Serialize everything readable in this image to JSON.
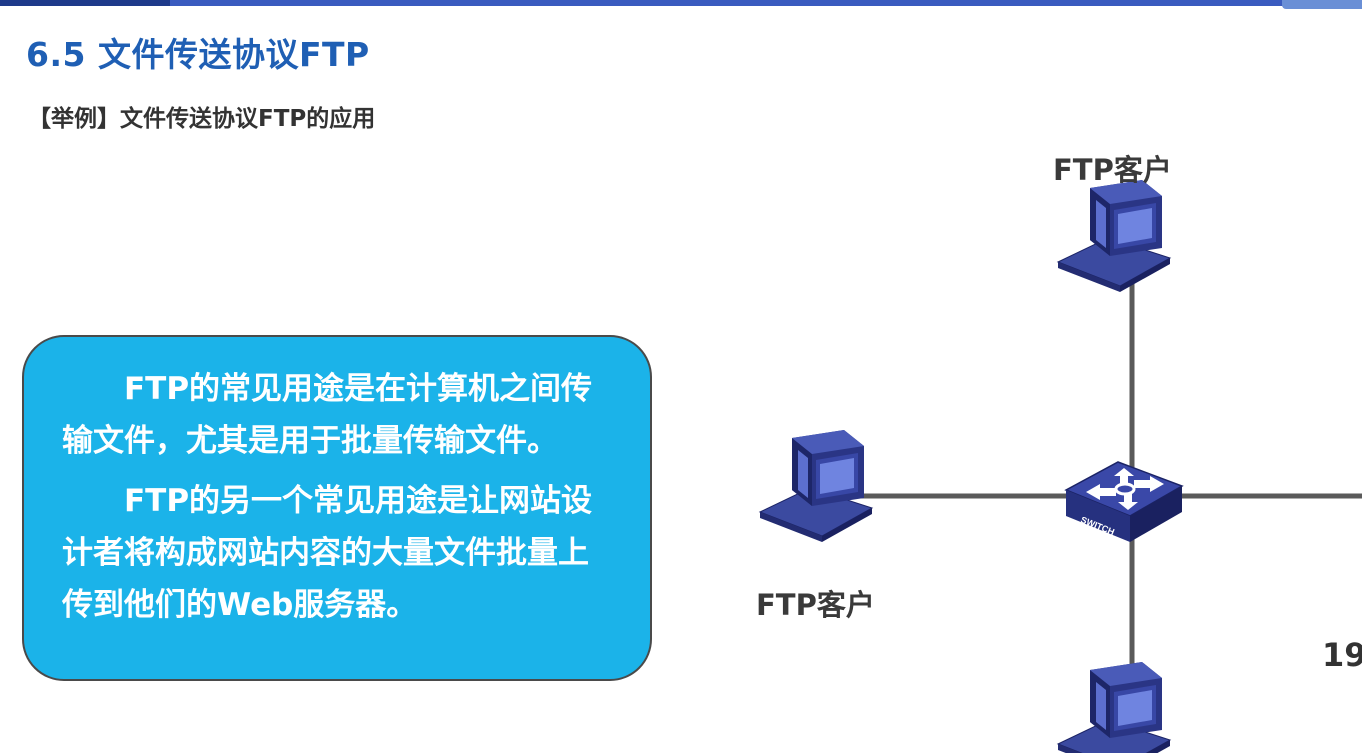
{
  "slide": {
    "title": "6.5 文件传送协议FTP",
    "subtitle": "【举例】文件传送协议FTP的应用"
  },
  "text_box": {
    "paragraph_1": "FTP的常见用途是在计算机之间传输文件，尤其是用于批量传输文件。",
    "paragraph_2": "FTP的另一个常见用途是让网站设计者将构成网站内容的大量文件批量上传到他们的Web服务器。"
  },
  "diagram": {
    "top_client_label": "FTP客户",
    "left_client_label": "FTP客户",
    "switch_label": "SWITCH",
    "colors": {
      "line": "#555555",
      "computer_body": "#2f3b8f",
      "switch_body": "#2e3a94"
    }
  },
  "page_number": "19"
}
